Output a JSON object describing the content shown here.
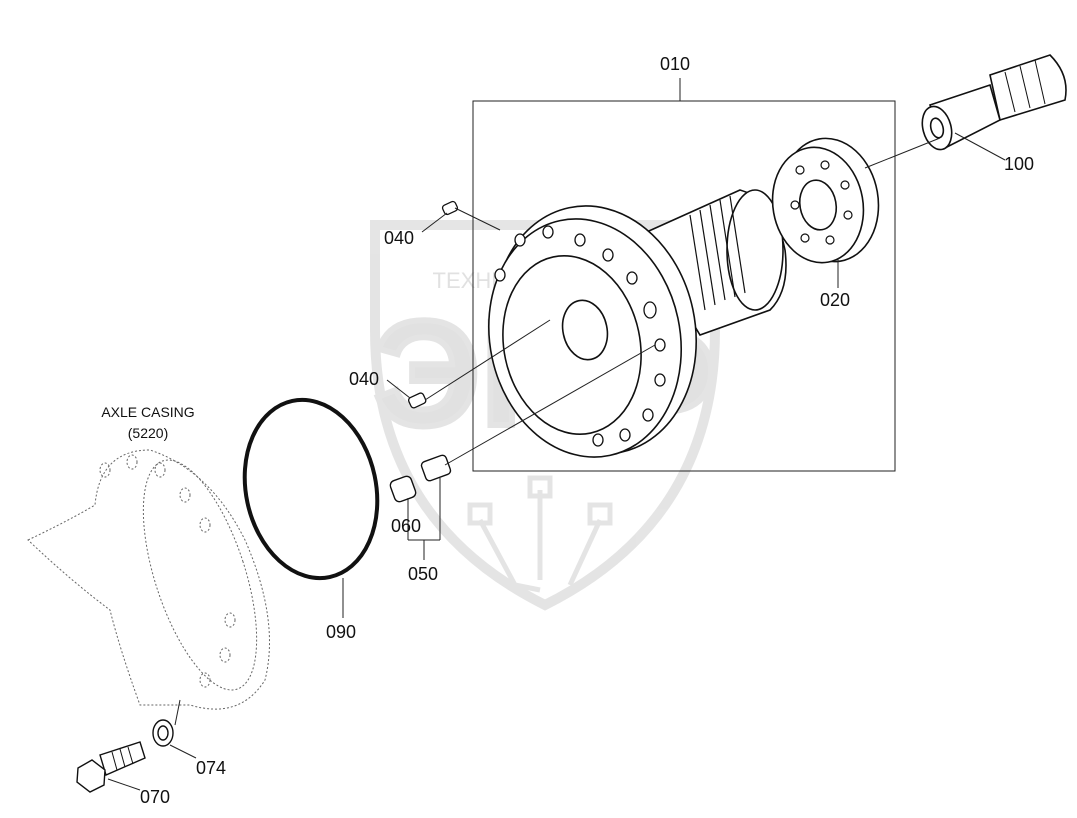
{
  "diagram": {
    "callouts": {
      "c010": "010",
      "c100": "100",
      "c020": "020",
      "c040a": "040",
      "c040b": "040",
      "c060": "060",
      "c050": "050",
      "c090": "090",
      "c074": "074",
      "c070": "070"
    },
    "axle_casing": {
      "title": "AXLE CASING",
      "code": "(5220)"
    }
  },
  "watermark": {
    "company": "ТЕХНИКА ЗАПЧАСТИ",
    "logo_text": "ЭПФ",
    "color": "#c9c9c9"
  }
}
